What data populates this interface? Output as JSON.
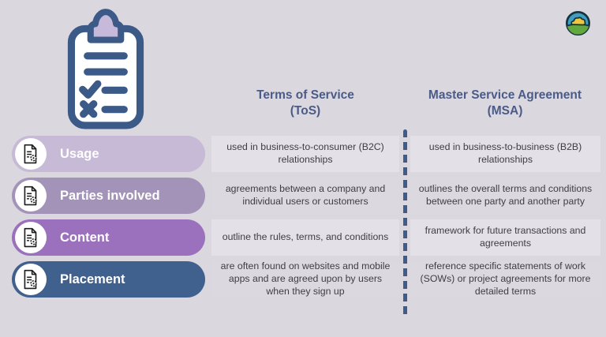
{
  "page": {
    "background": "#dbd7de"
  },
  "icons": {
    "hero": "clipboard-checklist-icon",
    "row_icon": "document-gear-icon",
    "brand": "landscape-circle-logo"
  },
  "colors": {
    "header_text": "#4a5b88",
    "divider": "#3d5b8b",
    "cell_odd": "#e3e0e7",
    "cell_even": "#dcd8e0",
    "clipboard_outline": "#3c5a88",
    "clipboard_clip": "#c6b9d9"
  },
  "header": {
    "tos_line1": "Terms of Service",
    "tos_line2": "(ToS)",
    "msa_line1": "Master Service Agreement",
    "msa_line2": "(MSA)"
  },
  "rows": [
    {
      "label": "Usage",
      "pill_color": "#c6bad6",
      "tos": "used in business-to-consumer (B2C) relationships",
      "msa": "used in business-to-business (B2B) relationships"
    },
    {
      "label": "Parties involved",
      "pill_color": "#a393b8",
      "tos": "agreements between a company and individual users or customers",
      "msa": "outlines the overall terms and conditions between one party and another party"
    },
    {
      "label": "Content",
      "pill_color": "#9b70bd",
      "tos": "outline the rules, terms, and conditions",
      "msa": "framework for future transactions and agreements"
    },
    {
      "label": "Placement",
      "pill_color": "#40608e",
      "tos": "are often found on websites and mobile apps and are agreed upon by users when they sign up",
      "msa": "reference specific statements of work (SOWs) or project agreements for more detailed terms"
    }
  ]
}
